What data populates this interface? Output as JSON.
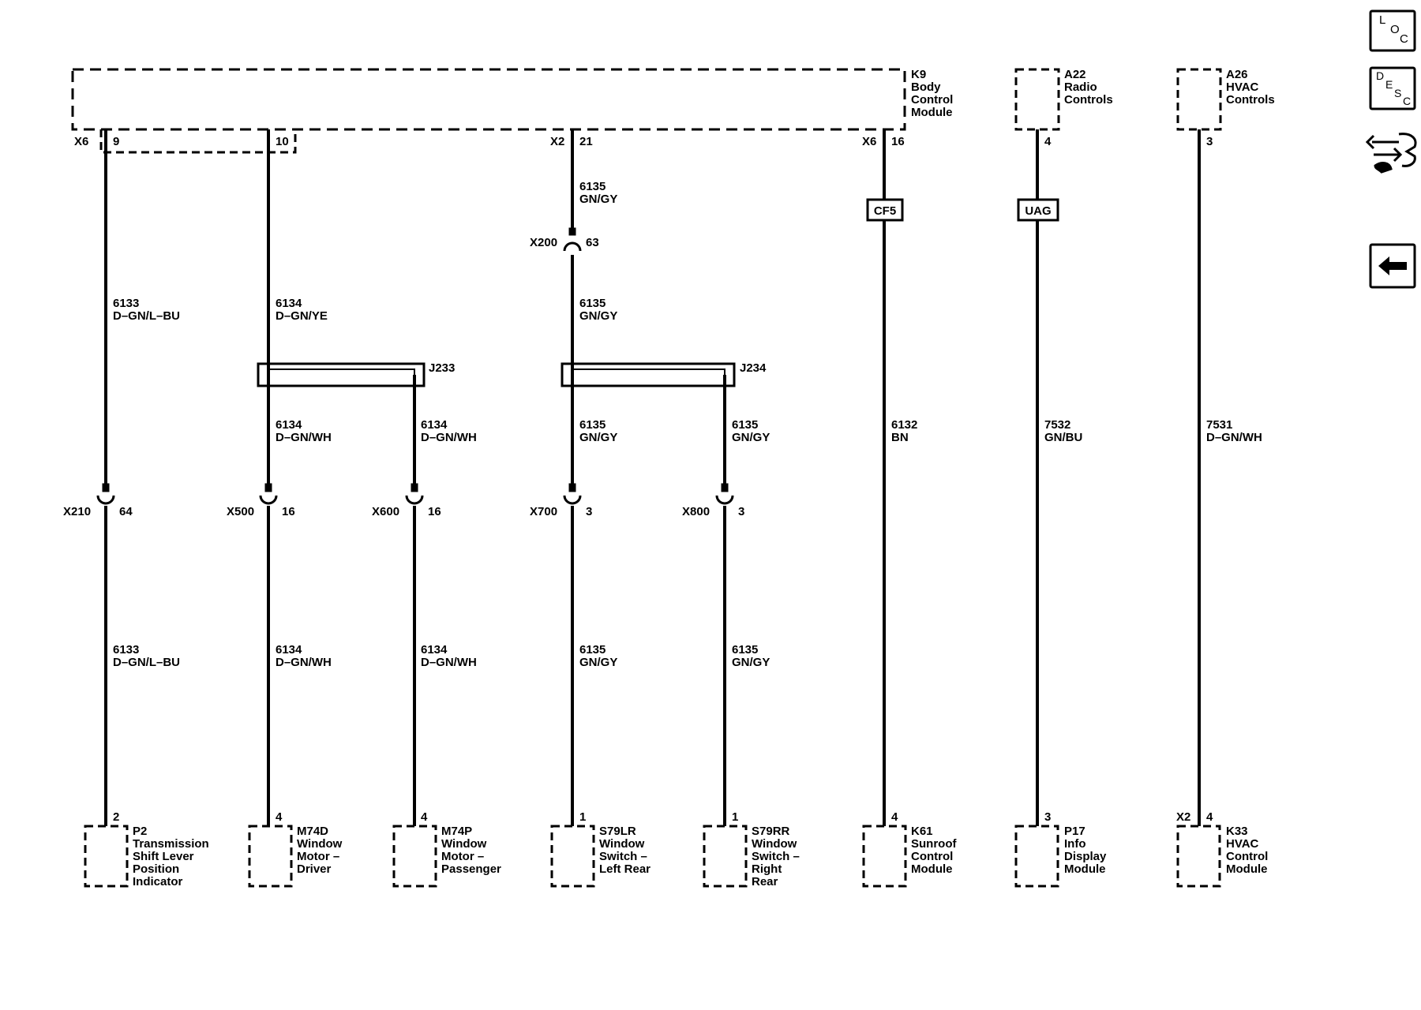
{
  "modules_top": {
    "k9": {
      "id": "K9",
      "lines": [
        "Body",
        "Control",
        "Module"
      ]
    },
    "a22": {
      "id": "A22",
      "lines": [
        "Radio",
        "Controls"
      ]
    },
    "a26": {
      "id": "A26",
      "lines": [
        "HVAC",
        "Controls"
      ]
    }
  },
  "top_pins": {
    "c1": {
      "conn": "X6",
      "pin": "9"
    },
    "c2": {
      "pin": "10"
    },
    "c3": {
      "conn": "X2",
      "pin": "21"
    },
    "c4": {
      "conn": "X6",
      "pin": "16"
    },
    "c5": {
      "pin": "4"
    },
    "c6": {
      "pin": "3"
    }
  },
  "inline_connectors": {
    "x200": {
      "conn": "X200",
      "pin": "63"
    },
    "x210": {
      "conn": "X210",
      "pin": "64"
    },
    "x500": {
      "conn": "X500",
      "pin": "16"
    },
    "x600": {
      "conn": "X600",
      "pin": "16"
    },
    "x700": {
      "conn": "X700",
      "pin": "3"
    },
    "x800": {
      "conn": "X800",
      "pin": "3"
    }
  },
  "splices": {
    "j233": "J233",
    "j234": "J234"
  },
  "fuse_blocks": {
    "cf5": "CF5",
    "uag": "UAG"
  },
  "wires": {
    "c1_top": {
      "circuit": "6133",
      "color": "D–GN/L–BU"
    },
    "c1_bot": {
      "circuit": "6133",
      "color": "D–GN/L–BU"
    },
    "c2_top": {
      "circuit": "6134",
      "color": "D–GN/YE"
    },
    "c2_mid": {
      "circuit": "6134",
      "color": "D–GN/WH"
    },
    "c2_bot": {
      "circuit": "6134",
      "color": "D–GN/WH"
    },
    "c2b_mid": {
      "circuit": "6134",
      "color": "D–GN/WH"
    },
    "c2b_bot": {
      "circuit": "6134",
      "color": "D–GN/WH"
    },
    "c3_top": {
      "circuit": "6135",
      "color": "GN/GY"
    },
    "c3_upper": {
      "circuit": "6135",
      "color": "GN/GY"
    },
    "c3_mid": {
      "circuit": "6135",
      "color": "GN/GY"
    },
    "c3_bot": {
      "circuit": "6135",
      "color": "GN/GY"
    },
    "c3b_mid": {
      "circuit": "6135",
      "color": "GN/GY"
    },
    "c3b_bot": {
      "circuit": "6135",
      "color": "GN/GY"
    },
    "c4": {
      "circuit": "6132",
      "color": "BN"
    },
    "c5": {
      "circuit": "7532",
      "color": "GN/BU"
    },
    "c6": {
      "circuit": "7531",
      "color": "D–GN/WH"
    }
  },
  "bottom_components": {
    "p2": {
      "pin": "2",
      "id": "P2",
      "lines": [
        "Transmission",
        "Shift Lever",
        "Position",
        "Indicator"
      ]
    },
    "m74d": {
      "pin": "4",
      "id": "M74D",
      "lines": [
        "Window",
        "Motor –",
        "Driver"
      ]
    },
    "m74p": {
      "pin": "4",
      "id": "M74P",
      "lines": [
        "Window",
        "Motor –",
        "Passenger"
      ]
    },
    "s79lr": {
      "pin": "1",
      "id": "S79LR",
      "lines": [
        "Window",
        "Switch –",
        "Left Rear"
      ]
    },
    "s79rr": {
      "pin": "1",
      "id": "S79RR",
      "lines": [
        "Window",
        "Switch –",
        "Right",
        "Rear"
      ]
    },
    "k61": {
      "pin": "4",
      "id": "K61",
      "lines": [
        "Sunroof",
        "Control",
        "Module"
      ]
    },
    "p17": {
      "pin": "3",
      "id": "P17",
      "lines": [
        "Info",
        "Display",
        "Module"
      ]
    },
    "k33": {
      "conn": "X2",
      "pin": "4",
      "id": "K33",
      "lines": [
        "HVAC",
        "Control",
        "Module"
      ]
    }
  },
  "nav": {
    "loc": {
      "letters": [
        "L",
        "O",
        "C"
      ],
      "icon": "loc-icon"
    },
    "desc": {
      "letters": [
        "D",
        "E",
        "S",
        "C"
      ],
      "icon": "desc-icon"
    },
    "connector": {
      "icon": "connector-icon"
    },
    "back": {
      "icon": "back-arrow-icon"
    }
  }
}
